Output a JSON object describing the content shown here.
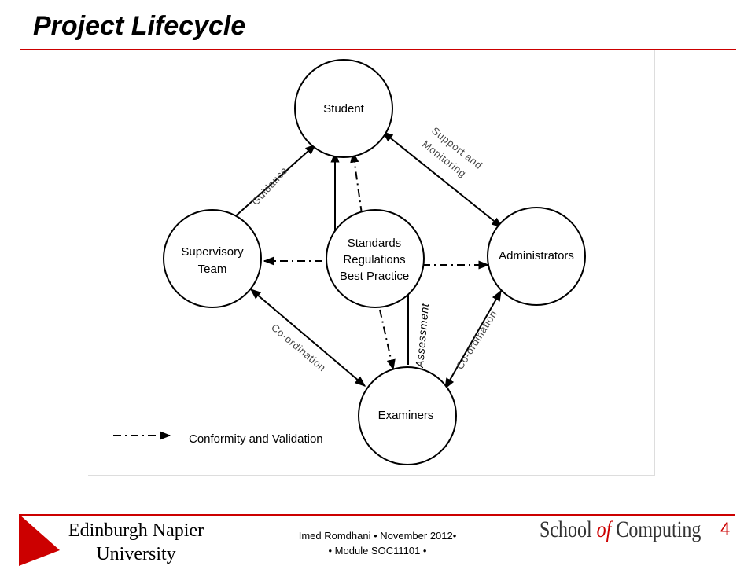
{
  "slide": {
    "title": "Project Lifecycle",
    "page_number": "4"
  },
  "diagram": {
    "nodes": {
      "student": "Student",
      "supervisory": [
        "Supervisory",
        "Team"
      ],
      "standards": [
        "Standards",
        "Regulations",
        "Best Practice"
      ],
      "administrators": "Administrators",
      "examiners": "Examiners"
    },
    "edges": {
      "guidance": "Guidance",
      "support": [
        "Support and",
        "Monitoring"
      ],
      "coord_left": "Co-ordination",
      "coord_right": "Co-ordination",
      "assessment": "Assessment"
    },
    "legend": {
      "label": "Conformity and Validation"
    }
  },
  "footer": {
    "university": [
      "Edinburgh Napier",
      "University"
    ],
    "credits": [
      "Imed Romdhani • November 2012•",
      "• Module SOC11101 •"
    ],
    "school": {
      "before": "School ",
      "of": "of",
      "after": " Computing"
    }
  }
}
